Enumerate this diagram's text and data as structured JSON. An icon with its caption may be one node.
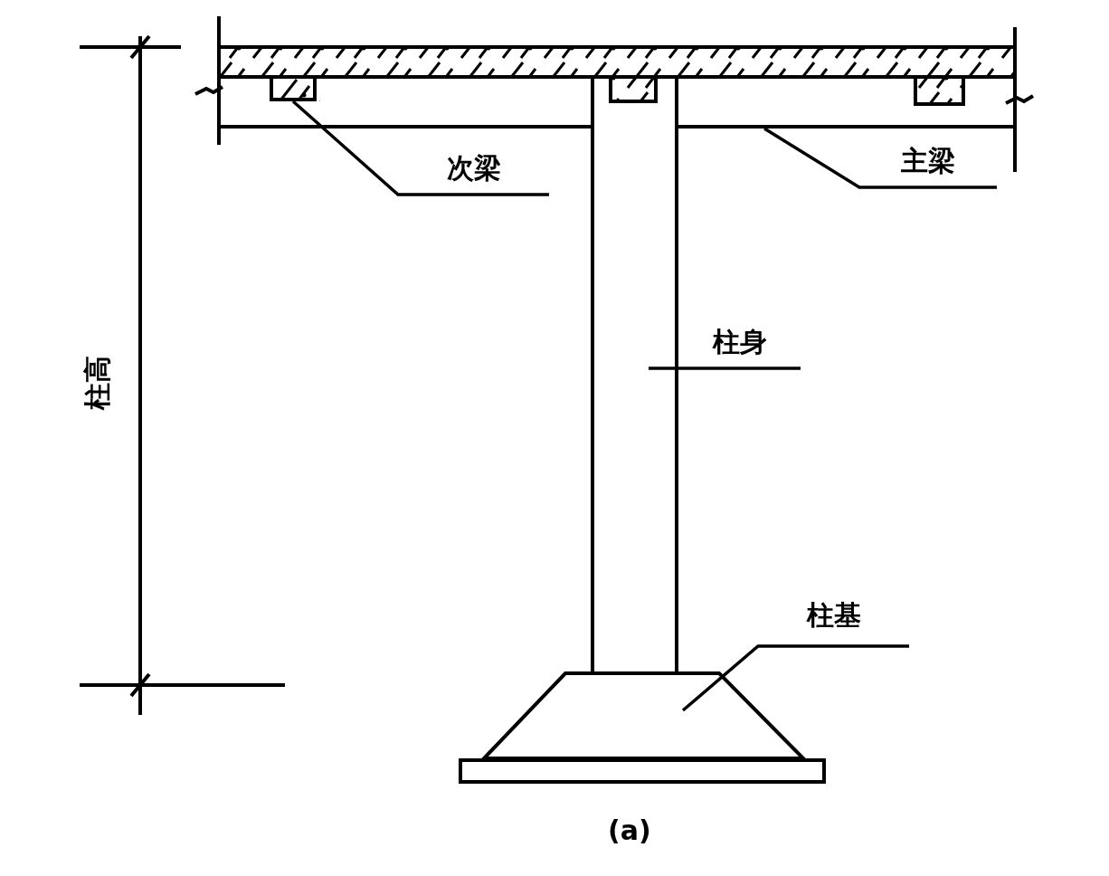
{
  "diagram": {
    "caption": "(a)",
    "nodes": [
      {
        "text": [
          "次梁"
        ]
      },
      {
        "text": [],
        "shape": "box"
      },
      {
        "text": [
          "主梁"
        ]
      },
      {
        "text": [],
        "shape": "box"
      },
      {
        "text": [
          "柱身"
        ]
      },
      {
        "text": [],
        "shape": "bar"
      },
      {
        "text": [
          "柱基"
        ]
      },
      {
        "text": [],
        "shape": "trapezoid"
      }
    ],
    "edges": [
      {
        "from": 0,
        "to": 1,
        "arrow": "none"
      },
      {
        "from": 2,
        "to": 3,
        "arrow": "none"
      },
      {
        "from": 4,
        "to": 5,
        "arrow": "none"
      },
      {
        "from": 6,
        "to": 7,
        "arrow": "none"
      }
    ],
    "labels": [
      "柱高"
    ]
  }
}
